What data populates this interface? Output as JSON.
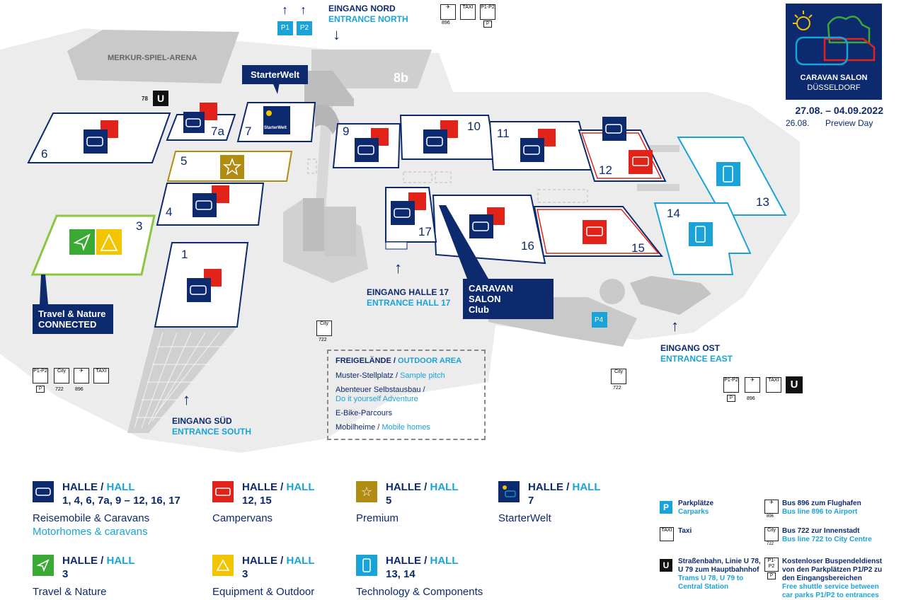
{
  "arena_label": "MERKUR-SPIEL-ARENA",
  "hall_8b": "8b",
  "starterwelt_label": "StarterWelt",
  "starterwelt_badge": "StarterWelt",
  "halls": [
    {
      "n": "6"
    },
    {
      "n": "7a"
    },
    {
      "n": "7"
    },
    {
      "n": "5"
    },
    {
      "n": "4"
    },
    {
      "n": "3"
    },
    {
      "n": "1"
    },
    {
      "n": "9"
    },
    {
      "n": "10"
    },
    {
      "n": "11"
    },
    {
      "n": "12"
    },
    {
      "n": "13"
    },
    {
      "n": "14"
    },
    {
      "n": "15"
    },
    {
      "n": "16"
    },
    {
      "n": "17"
    }
  ],
  "tram_stop": "78",
  "parking": {
    "p1": "P1",
    "p2": "P2",
    "p4": "P4"
  },
  "entrances": {
    "north": {
      "de": "EINGANG NORD",
      "en": "ENTRANCE NORTH"
    },
    "south": {
      "de": "EINGANG SÜD",
      "en": "ENTRANCE SOUTH"
    },
    "hall17": {
      "de": "EINGANG HALLE 17",
      "en": "ENTRANCE HALL 17"
    },
    "east": {
      "de": "EINGANG OST",
      "en": "ENTRANCE EAST"
    }
  },
  "callouts": {
    "travel_nature": {
      "l1": "Travel & Nature",
      "l2": "CONNECTED"
    },
    "club": {
      "l1": "CARAVAN SALON",
      "l2": "Club"
    }
  },
  "bus_numbers": {
    "b896": "896",
    "b722": "722"
  },
  "icons_small": {
    "taxi": "TAXI",
    "city": "City",
    "p": "P",
    "p1p2": "P1-P2"
  },
  "logo": {
    "line1": "CARAVAN SALON",
    "line2": "DÜSSELDORF"
  },
  "dates": {
    "range": "27.08. – 04.09.2022",
    "preview_date": "26.08.",
    "preview_label": "Preview Day"
  },
  "outdoor": {
    "title_de": "FREIGELÄNDE",
    "title_en": "OUTDOOR AREA",
    "items": [
      {
        "de": "Muster-Stellplatz",
        "sep": " / ",
        "en": "Sample pitch"
      },
      {
        "de": "Abenteuer Selbstausbau /",
        "sep": "",
        "en": "Do it yourself Adventure"
      },
      {
        "de": "E-Bike-Parcours",
        "sep": "",
        "en": ""
      },
      {
        "de": "Mobilheime",
        "sep": " / ",
        "en": "Mobile homes"
      }
    ]
  },
  "legend": {
    "halle": "HALLE",
    "hall": "HALL",
    "entries": [
      {
        "nums": "1, 4, 6, 7a, 9 – 12, 16, 17",
        "de": "Reisemobile & Caravans",
        "en": "Motorhomes & caravans",
        "color": "#0d2a6e",
        "icon": "caravan-icon"
      },
      {
        "nums": "12, 15",
        "de": "Campervans",
        "en": "",
        "color": "#e2231a",
        "icon": "campervan-icon"
      },
      {
        "nums": "5",
        "de": "Premium",
        "en": "",
        "color": "#b08c12",
        "icon": "star-icon"
      },
      {
        "nums": "7",
        "de": "StarterWelt",
        "en": "",
        "color": "#0d2a6e",
        "icon": "starterwelt-icon"
      },
      {
        "nums": "3",
        "de": "Travel & Nature",
        "en": "",
        "color": "#3aaa35",
        "icon": "arrow-icon"
      },
      {
        "nums": "3",
        "de": "Equipment & Outdoor",
        "en": "",
        "color": "#f2c500",
        "icon": "tent-icon"
      },
      {
        "nums": "13, 14",
        "de": "Technology & Components",
        "en": "",
        "color": "#1aa3d9",
        "icon": "phone-icon"
      }
    ]
  },
  "services": [
    {
      "de": "Parkplätze",
      "en": "Carparks",
      "icon": "parking-icon"
    },
    {
      "de": "Taxi",
      "en": "",
      "icon": "taxi-icon"
    },
    {
      "de": "Straßenbahn, Linie U 78, U 79 zum Hauptbahnhof",
      "en": "Trams U 78, U 79 to Central Station",
      "icon": "tram-icon"
    },
    {
      "de": "Bus 896 zum Flughafen",
      "en": "Bus line 896 to Airport",
      "icon": "bus-airport-icon"
    },
    {
      "de": "Bus 722 zur Innenstadt",
      "en": "Bus line 722 to City Centre",
      "icon": "bus-city-icon"
    },
    {
      "de": "Kostenloser Buspendeldienst von den Parkplätzen P1/P2 zu den Eingangsbereichen",
      "en": "Free shuttle service between car parks P1/P2 to entrances",
      "icon": "shuttle-icon"
    }
  ]
}
